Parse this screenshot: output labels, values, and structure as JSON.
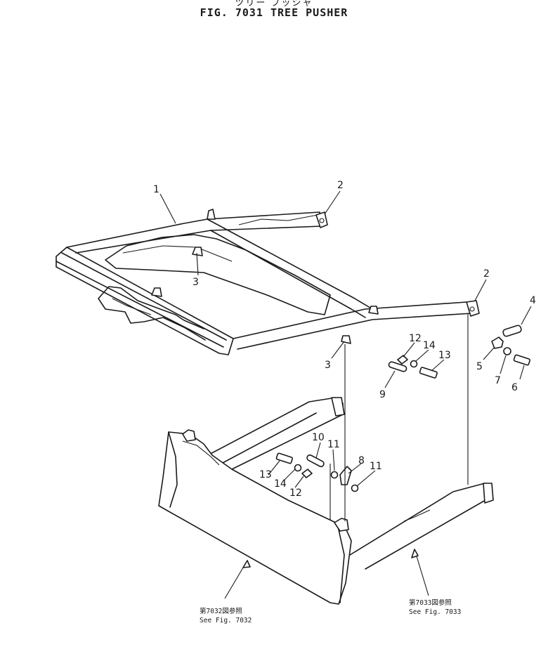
{
  "header": {
    "title_jp": "ツリー プッシャ",
    "title": "FIG. 7031  TREE PUSHER"
  },
  "callouts": [
    {
      "id": "c1",
      "label": "1"
    },
    {
      "id": "c2a",
      "label": "2"
    },
    {
      "id": "c2b",
      "label": "2"
    },
    {
      "id": "c3a",
      "label": "3"
    },
    {
      "id": "c3b",
      "label": "3"
    },
    {
      "id": "c4",
      "label": "4"
    },
    {
      "id": "c5",
      "label": "5"
    },
    {
      "id": "c6",
      "label": "6"
    },
    {
      "id": "c7",
      "label": "7"
    },
    {
      "id": "c8",
      "label": "8"
    },
    {
      "id": "c9",
      "label": "9"
    },
    {
      "id": "c10",
      "label": "10"
    },
    {
      "id": "c11a",
      "label": "11"
    },
    {
      "id": "c11b",
      "label": "11"
    },
    {
      "id": "c12a",
      "label": "12"
    },
    {
      "id": "c12b",
      "label": "12"
    },
    {
      "id": "c13a",
      "label": "13"
    },
    {
      "id": "c13b",
      "label": "13"
    },
    {
      "id": "c14a",
      "label": "14"
    },
    {
      "id": "c14b",
      "label": "14"
    }
  ],
  "references": {
    "left": {
      "jp": "第7032図参照",
      "en": "See Fig. 7032"
    },
    "right": {
      "jp": "第7033図参照",
      "en": "See Fig. 7033"
    }
  }
}
